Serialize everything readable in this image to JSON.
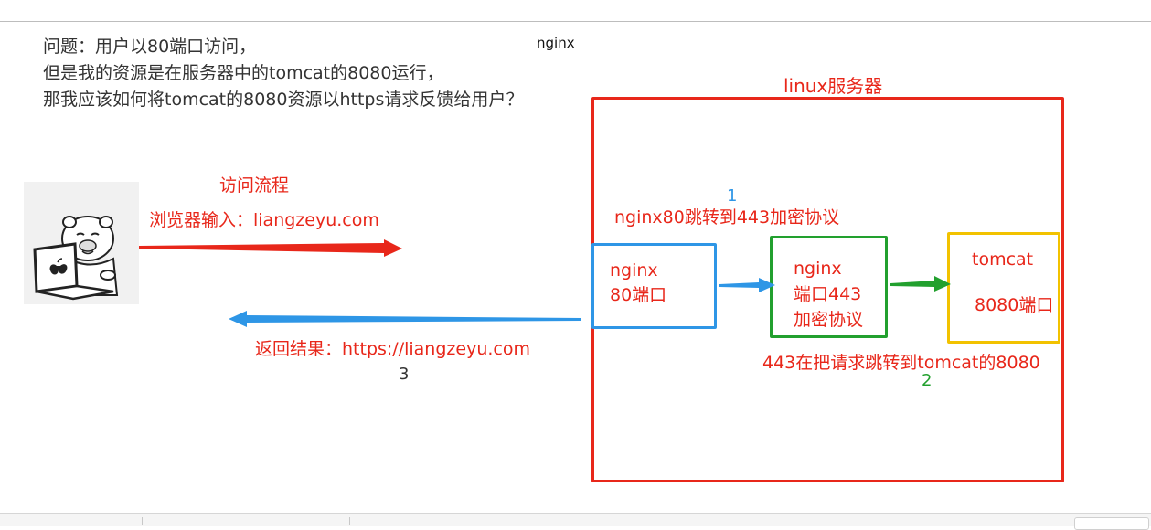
{
  "question": {
    "line1": "问题：用户以80端口访问，",
    "line2": "但是我的资源是在服务器中的tomcat的8080运行，",
    "line3": "那我应该如何将tomcat的8080资源以https请求反馈给用户？"
  },
  "top_label": "nginx",
  "server_title": "linux服务器",
  "flow": {
    "title": "访问流程",
    "request": "浏览器输入：liangzeyu.com",
    "response": "返回结果：https://liangzeyu.com",
    "step3": "3"
  },
  "step1": {
    "number": "1",
    "text": "nginx80跳转到443加密协议"
  },
  "step2": {
    "number": "2",
    "text": "443在把请求跳转到tomcat的8080"
  },
  "boxes": {
    "nginx80": {
      "line1": "nginx",
      "line2": "80端口"
    },
    "nginx443": {
      "line1": "nginx",
      "line2": "端口443",
      "line3": "加密协议"
    },
    "tomcat": {
      "line1": "tomcat",
      "line2": "8080端口"
    }
  },
  "colors": {
    "red": "#e8271a",
    "blue": "#2e96e6",
    "green": "#22a02e",
    "yellow": "#f2c200"
  },
  "icons": {
    "user": "bear-with-laptop-icon"
  }
}
